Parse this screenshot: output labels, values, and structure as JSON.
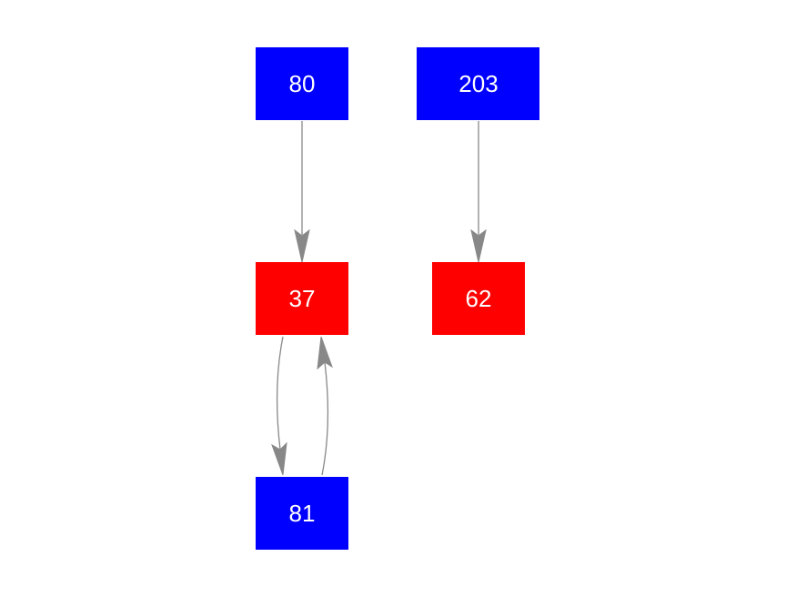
{
  "colors": {
    "blue_node": "#0000ff",
    "red_node": "#ff0000",
    "edge": "#888888",
    "label": "#ffffff",
    "background": "#ffffff"
  },
  "nodes": [
    {
      "id": "n80",
      "label": "80",
      "color": "blue"
    },
    {
      "id": "n203",
      "label": "203",
      "color": "blue"
    },
    {
      "id": "n37",
      "label": "37",
      "color": "red"
    },
    {
      "id": "n62",
      "label": "62",
      "color": "red"
    },
    {
      "id": "n81",
      "label": "81",
      "color": "blue"
    }
  ],
  "edges": [
    {
      "from": "80",
      "to": "37"
    },
    {
      "from": "203",
      "to": "62"
    },
    {
      "from": "37",
      "to": "81"
    },
    {
      "from": "81",
      "to": "37"
    }
  ]
}
